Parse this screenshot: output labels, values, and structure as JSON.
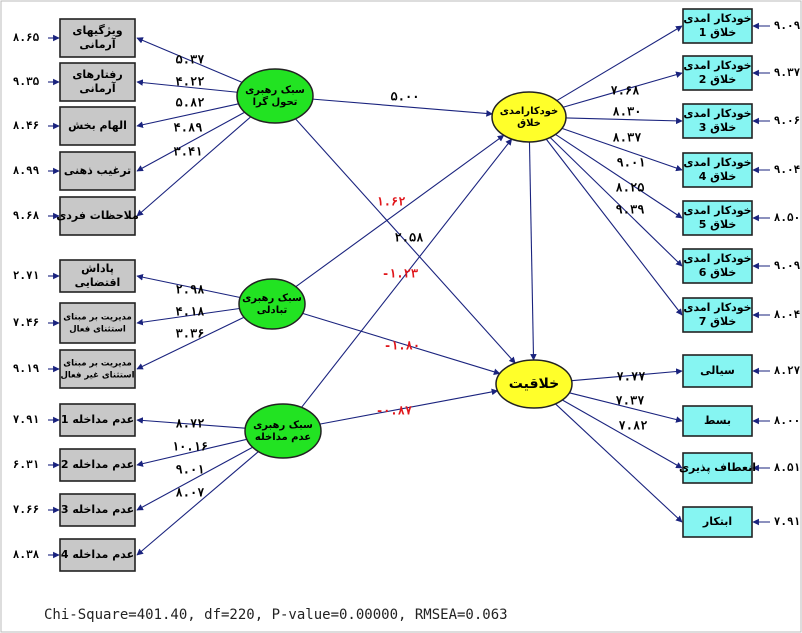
{
  "lv": {
    "tf": {
      "label": "سبک رهبری تحول گرا"
    },
    "tr": {
      "label": "سبک رهبری تبادلی"
    },
    "lf": {
      "label": "سبک رهبری عدم مداخله"
    },
    "cse": {
      "label": "خودکارامدی خلاق"
    },
    "cr": {
      "label": "خلاقیت"
    }
  },
  "left_indicators": [
    {
      "id": "tf1",
      "label": "ویژگیهای آرمانی",
      "error": "۸.۶۵",
      "loading": "۵.۳۷",
      "lv": "tf"
    },
    {
      "id": "tf2",
      "label": "رفتارهای آرمانی",
      "error": "۹.۳۵",
      "loading": "۴.۲۲",
      "lv": "tf"
    },
    {
      "id": "tf3",
      "label": "الهام بخش",
      "error": "۸.۴۶",
      "loading": "۵.۸۲",
      "lv": "tf"
    },
    {
      "id": "tf4",
      "label": "ترغیب ذهنی",
      "error": "۸.۹۹",
      "loading": "۴.۸۹",
      "lv": "tf"
    },
    {
      "id": "tf5",
      "label": "ملاحظات فردی",
      "error": "۹.۶۸",
      "loading": "۳.۴۱",
      "lv": "tf"
    },
    {
      "id": "tr1",
      "label": "پاداش اقتضایی",
      "error": "۲.۷۱",
      "loading": "۲.۹۸",
      "lv": "tr"
    },
    {
      "id": "tr2",
      "label": "مدیریت بر مبنای استثنای فعال",
      "error": "۷.۴۶",
      "loading": "۴.۱۸",
      "lv": "tr"
    },
    {
      "id": "tr3",
      "label": "مدیریت بر مبنای استثنای غیر فعال",
      "error": "۹.۱۹",
      "loading": "۳.۳۶",
      "lv": "tr"
    },
    {
      "id": "lf1",
      "label": "عدم مداخله 1",
      "error": "۷.۹۱",
      "loading": "۸.۷۲",
      "lv": "lf"
    },
    {
      "id": "lf2",
      "label": "عدم مداخله 2",
      "error": "۶.۳۱",
      "loading": "۱۰.۱۶",
      "lv": "lf"
    },
    {
      "id": "lf3",
      "label": "عدم مداخله 3",
      "error": "۷.۶۶",
      "loading": "۹.۰۱",
      "lv": "lf"
    },
    {
      "id": "lf4",
      "label": "عدم مداخله 4",
      "error": "۸.۳۸",
      "loading": "۸.۰۷",
      "lv": "lf"
    }
  ],
  "right_indicators": [
    {
      "id": "c1",
      "label": "خودکار امدی خلاق 1",
      "error": "۹.۰۹",
      "loading": "۷.۶۸",
      "lv": "cse"
    },
    {
      "id": "c2",
      "label": "خودکار امدی خلاق 2",
      "error": "۹.۳۷",
      "loading": "۸.۳۰",
      "lv": "cse"
    },
    {
      "id": "c3",
      "label": "خودکار امدی خلاق 3",
      "error": "۹.۰۶",
      "loading": "۸.۳۷",
      "lv": "cse"
    },
    {
      "id": "c4",
      "label": "خودکار امدی خلاق 4",
      "error": "۹.۰۴",
      "loading": "۹.۰۱",
      "lv": "cse"
    },
    {
      "id": "c5",
      "label": "خودکار امدی خلاق 5",
      "error": "۸.۵۰",
      "loading": "۸.۲۵",
      "lv": "cse"
    },
    {
      "id": "c6",
      "label": "خودکار امدی خلاق 6",
      "error": "۹.۰۹",
      "loading": "۹.۳۹",
      "lv": "cse"
    },
    {
      "id": "c7",
      "label": "خودکار امدی خلاق 7",
      "error": "۸.۰۴",
      "loading": "",
      "lv": "cse"
    },
    {
      "id": "k1",
      "label": "سیالی",
      "error": "۸.۲۷",
      "loading": "",
      "lv": "cr"
    },
    {
      "id": "k2",
      "label": "بسط",
      "error": "۸.۰۰",
      "loading": "۷.۷۷",
      "lv": "cr"
    },
    {
      "id": "k3",
      "label": "انعطاف پذیری",
      "error": "۸.۵۱",
      "loading": "۷.۳۷",
      "lv": "cr"
    },
    {
      "id": "k4",
      "label": "ابتکار",
      "error": "۷.۹۱",
      "loading": "۷.۸۲",
      "lv": "cr"
    }
  ],
  "structural_paths": [
    {
      "from": "tf",
      "to": "cse",
      "value": "۵.۰۰",
      "color": "#000000"
    },
    {
      "from": "tf",
      "to": "cr",
      "value": "۱.۶۲",
      "color": "#e0161b"
    },
    {
      "from": "tr",
      "to": "cse",
      "value": "۲.۵۸",
      "color": "#000000"
    },
    {
      "from": "tr",
      "to": "cr",
      "value": "-۱.۸۰",
      "color": "#e0161b"
    },
    {
      "from": "lf",
      "to": "cse",
      "value": "-۱.۲۳",
      "color": "#e0161b"
    },
    {
      "from": "lf",
      "to": "cr",
      "value": "-۰.۸۷",
      "color": "#e0161b"
    },
    {
      "from": "cse",
      "to": "cr",
      "value": "",
      "color": "#000000"
    }
  ],
  "stats_text": "Chi-Square=401.40, df=220, P-value=0.00000, RMSEA=0.063",
  "colors": {
    "box_fill": "#c8c8c8",
    "right_box_fill": "#86f5f2",
    "green": "#22e322",
    "yellow": "#ffff2a",
    "arrow": "#1a237e",
    "red": "#e0161b"
  }
}
